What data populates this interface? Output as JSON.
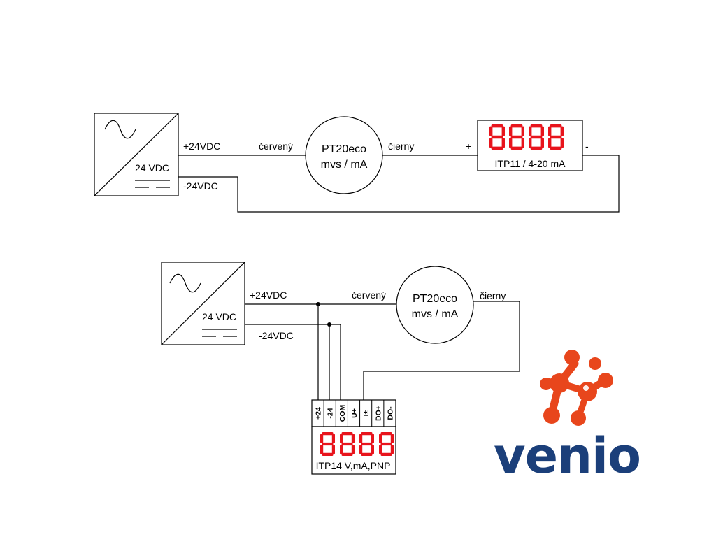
{
  "diagram_top": {
    "psu_label": "24 VDC",
    "plus_label": "+24VDC",
    "minus_label": "-24VDC",
    "wire_red": "červený",
    "wire_black": "čierny",
    "sensor_line1": "PT20eco",
    "sensor_line2": "mvs / mA",
    "display_plus": "+",
    "display_minus": "-",
    "display_digits": "8888",
    "display_label": "ITP11 / 4-20 mA"
  },
  "diagram_bottom": {
    "psu_label": "24 VDC",
    "plus_label": "+24VDC",
    "minus_label": "-24VDC",
    "wire_red": "červený",
    "wire_black": "čierny",
    "sensor_line1": "PT20eco",
    "sensor_line2": "mvs / mA",
    "display_digits": "8888",
    "display_label": "ITP14 V,mA,PNP",
    "terminals": [
      "+24",
      "-24",
      "COM",
      "U+",
      "I±",
      "DO+",
      "DO-"
    ]
  },
  "logo": {
    "text": "venio",
    "color_text": "#1b3f7a",
    "color_mark": "#e8461c"
  },
  "colors": {
    "segment": "#e8141c",
    "line": "#000000"
  }
}
